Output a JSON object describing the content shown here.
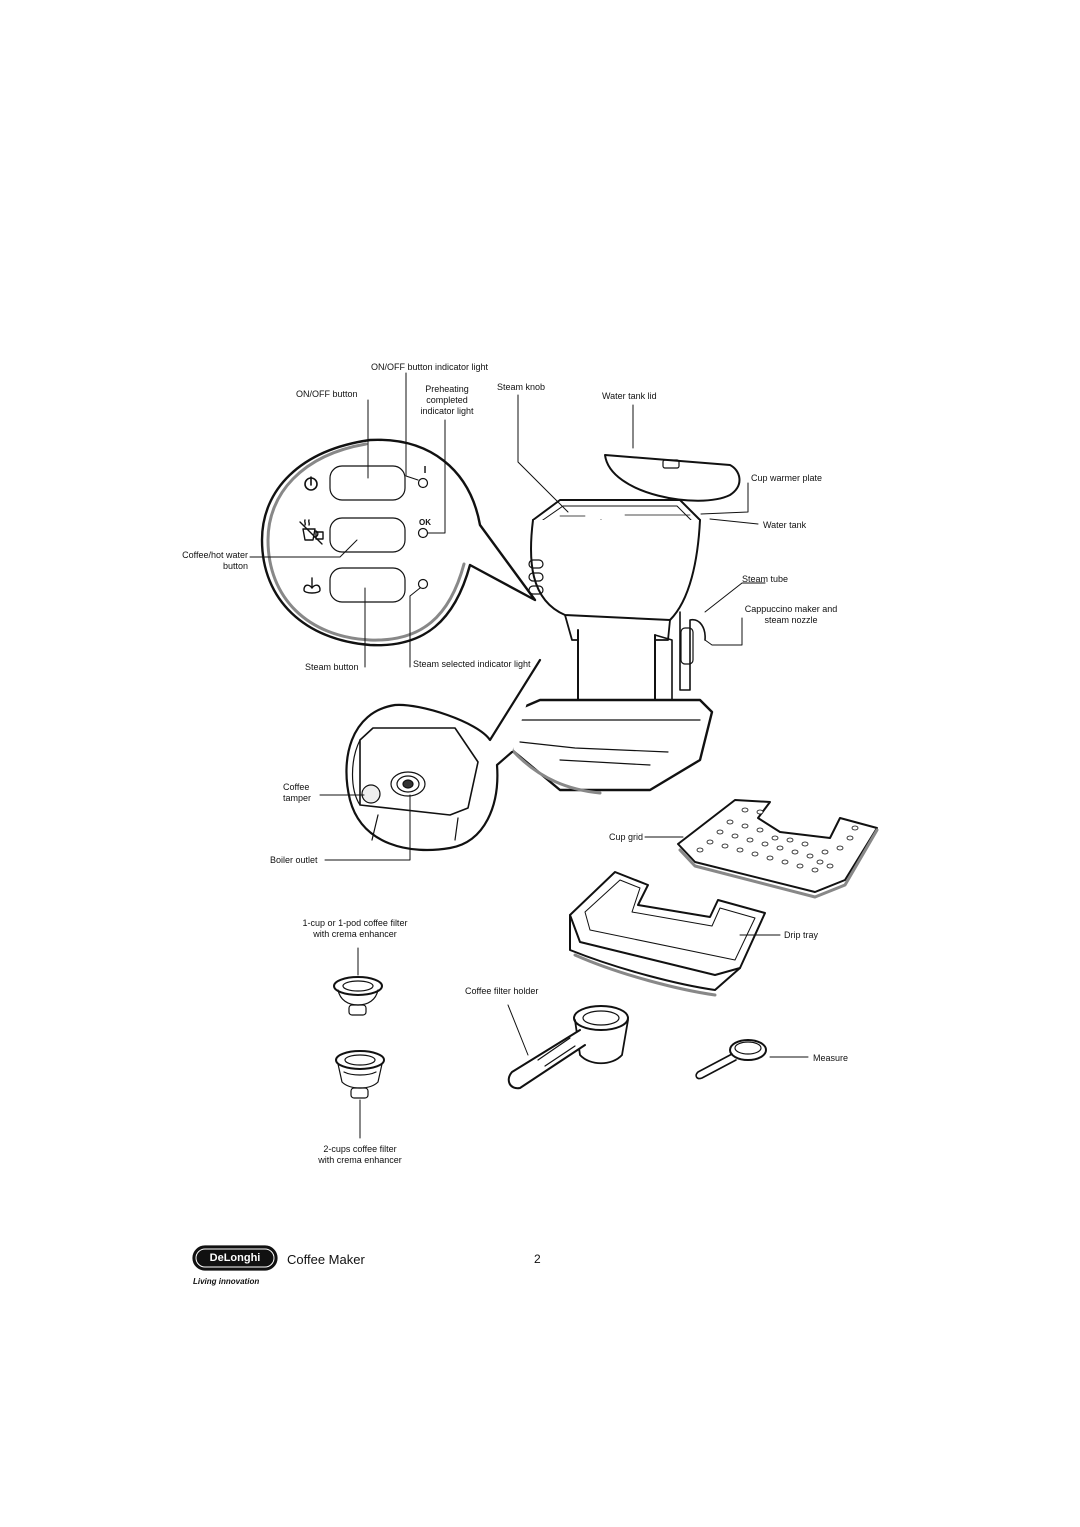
{
  "labels": {
    "onoff_indicator": "ON/OFF button indicator light",
    "onoff_button": "ON/OFF button",
    "preheating": "Preheating\ncompleted\nindicator light",
    "steam_knob": "Steam knob",
    "water_tank_lid": "Water tank lid",
    "cup_warmer_plate": "Cup warmer plate",
    "water_tank": "Water tank",
    "coffee_hot_water": "Coffee/hot water\nbutton",
    "steam_tube": "Steam tube",
    "cappuccino_maker": "Cappuccino maker and\nsteam nozzle",
    "steam_button": "Steam button",
    "steam_selected": "Steam selected indicator light",
    "coffee_tamper": "Coffee\ntamper",
    "boiler_outlet": "Boiler outlet",
    "cup_grid": "Cup grid",
    "filter_1cup": "1-cup or 1-pod coffee filter\nwith crema enhancer",
    "drip_tray": "Drip tray",
    "coffee_filter_holder": "Coffee filter holder",
    "measure": "Measure",
    "filter_2cups": "2-cups coffee filter\nwith crema enhancer"
  },
  "panel_symbols": {
    "on_mark": "I",
    "ok_mark": "OK"
  },
  "icons": [
    "power-icon",
    "coffee-cup-icon",
    "steam-icon"
  ],
  "footer": {
    "brand_logo": "DeLonghi",
    "tagline": "Living innovation",
    "title": "Coffee Maker",
    "page_number": "2"
  }
}
